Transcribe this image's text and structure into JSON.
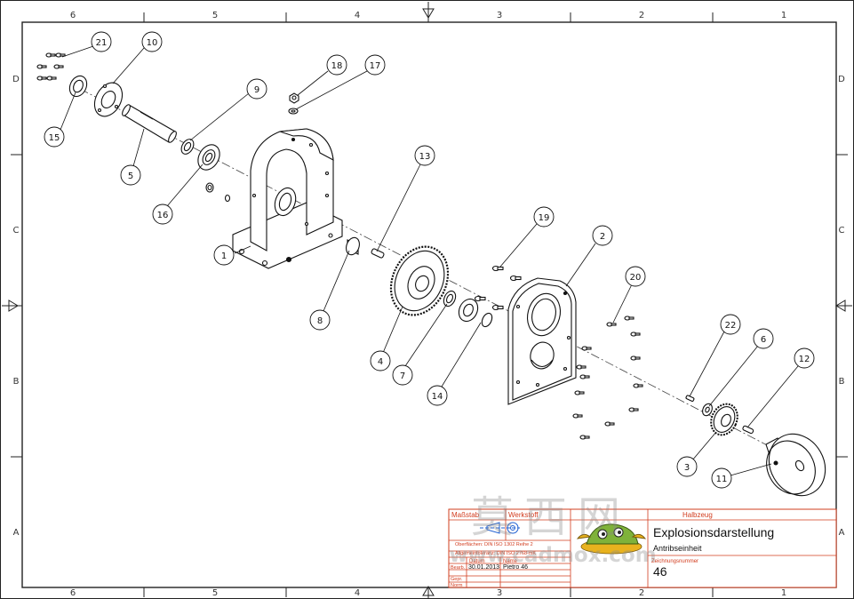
{
  "drawing": {
    "columns": [
      "6",
      "5",
      "4",
      "3",
      "2",
      "1"
    ],
    "rows": [
      "D",
      "C",
      "B",
      "A"
    ],
    "balloons": [
      {
        "n": "21"
      },
      {
        "n": "10"
      },
      {
        "n": "15"
      },
      {
        "n": "5"
      },
      {
        "n": "9"
      },
      {
        "n": "16"
      },
      {
        "n": "18"
      },
      {
        "n": "17"
      },
      {
        "n": "1"
      },
      {
        "n": "13"
      },
      {
        "n": "8"
      },
      {
        "n": "4"
      },
      {
        "n": "7"
      },
      {
        "n": "19"
      },
      {
        "n": "2"
      },
      {
        "n": "14"
      },
      {
        "n": "20"
      },
      {
        "n": "22"
      },
      {
        "n": "6"
      },
      {
        "n": "12"
      },
      {
        "n": "3"
      },
      {
        "n": "11"
      }
    ]
  },
  "title_block": {
    "col_labels": [
      "Maßstab",
      "Werkstoff",
      "Halbzeug"
    ],
    "surface_text": "Oberflächen: DIN ISO 1302 Reihe 2",
    "tolerance_text": "Allgemeintoleranz: DIN ISO 2768-mK",
    "header_cells": [
      "Datum",
      "Name"
    ],
    "row_labels": [
      "Bearb.",
      "Gepr.",
      "Norm"
    ],
    "date": "30.01.2013",
    "name": "Pietro 46",
    "title": "Explosionsdarstellung",
    "subtitle": "Antribseinheit",
    "number_label": "Zeichnungsnummer",
    "number": "46"
  },
  "watermark": {
    "chinese": "莫西网",
    "url": "www.cadmox.com"
  }
}
